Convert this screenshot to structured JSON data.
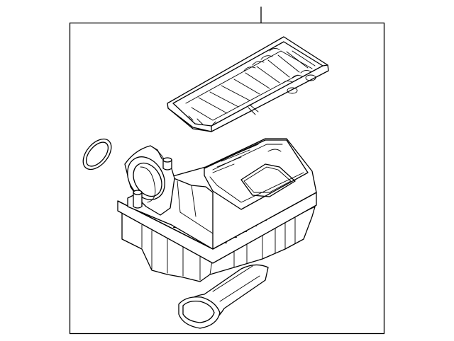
{
  "diagram": {
    "callout_label": "",
    "parts": [
      {
        "id": "filter-element",
        "icon": "air-filter-element"
      },
      {
        "id": "seal-ring",
        "icon": "o-ring-seal"
      },
      {
        "id": "housing",
        "icon": "air-cleaner-housing"
      },
      {
        "id": "inlet-duct",
        "icon": "intake-duct"
      }
    ],
    "colors": {
      "line": "#000000",
      "background": "#ffffff"
    }
  }
}
